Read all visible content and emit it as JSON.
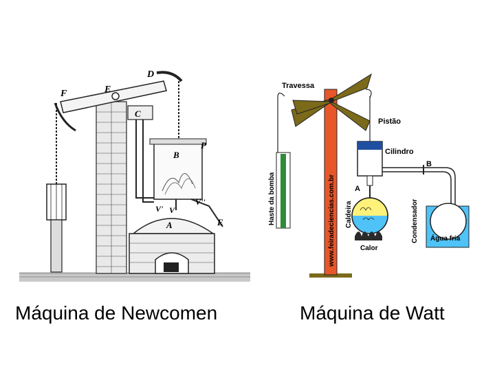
{
  "newcomen": {
    "caption": "Máquina de Newcomen",
    "labels": {
      "d": "D",
      "e": "E",
      "f": "F",
      "c": "C",
      "b": "B",
      "p": "P",
      "a": "A",
      "v": "V",
      "v_prime": "V'",
      "v_double": "V''",
      "e_bottom": "E"
    }
  },
  "watt": {
    "caption": "Máquina de Watt",
    "labels": {
      "travessa": "Travessa",
      "pistao": "Pistão",
      "cilindro": "Cilindro",
      "b": "B",
      "a": "A",
      "haste": "Haste da bomba",
      "watermark": "www.feiradeciencias.com.br",
      "caldeira": "Caldeira",
      "condensador": "Condensador",
      "agua_fria": "Água fria",
      "calor": "Calor"
    },
    "colors": {
      "beam": "#7a6a1a",
      "pillar": "#e8572a",
      "piston": "#1f4fa0",
      "water": "#4fc3f7",
      "boiler": "#fff27a",
      "flame": "#2a2a2a"
    }
  }
}
